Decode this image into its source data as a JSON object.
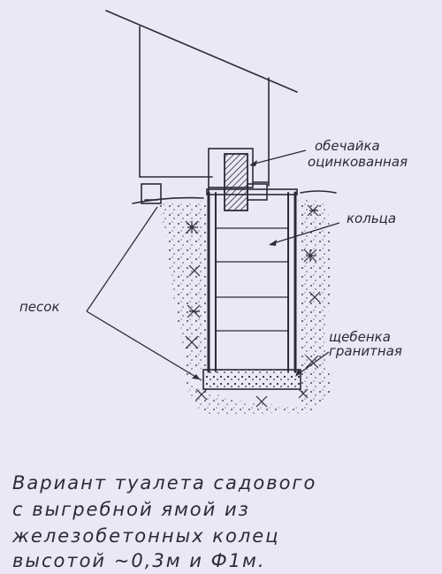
{
  "labels": {
    "shell": [
      "обечайка",
      "оцинкованная"
    ],
    "rings": "кольца",
    "sand": "песок",
    "gravel": [
      "щебенка",
      "гранитная"
    ]
  },
  "caption": [
    "Вариант туалета садового",
    "с выгребной ямой из",
    "железобетонных колец",
    "высотой ~0,3м и Ф1м."
  ],
  "colors": {
    "ink": "#2a2a3a",
    "paper": "#e9e8f4"
  }
}
